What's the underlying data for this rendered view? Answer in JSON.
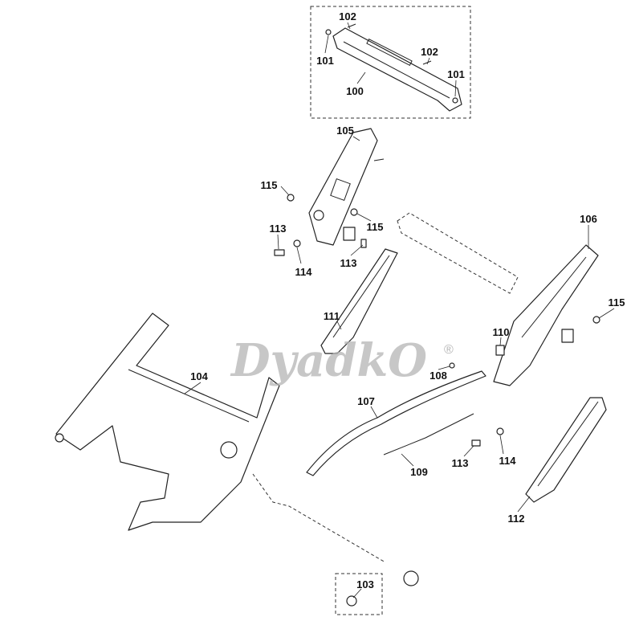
{
  "diagram": {
    "watermark": "DyadkO",
    "watermark_mark": "®",
    "labels": [
      "102",
      "101",
      "102",
      "101",
      "100",
      "105",
      "115",
      "115",
      "113",
      "114",
      "113",
      "106",
      "111",
      "115",
      "110",
      "104",
      "108",
      "107",
      "109",
      "113",
      "114",
      "112",
      "103"
    ]
  }
}
